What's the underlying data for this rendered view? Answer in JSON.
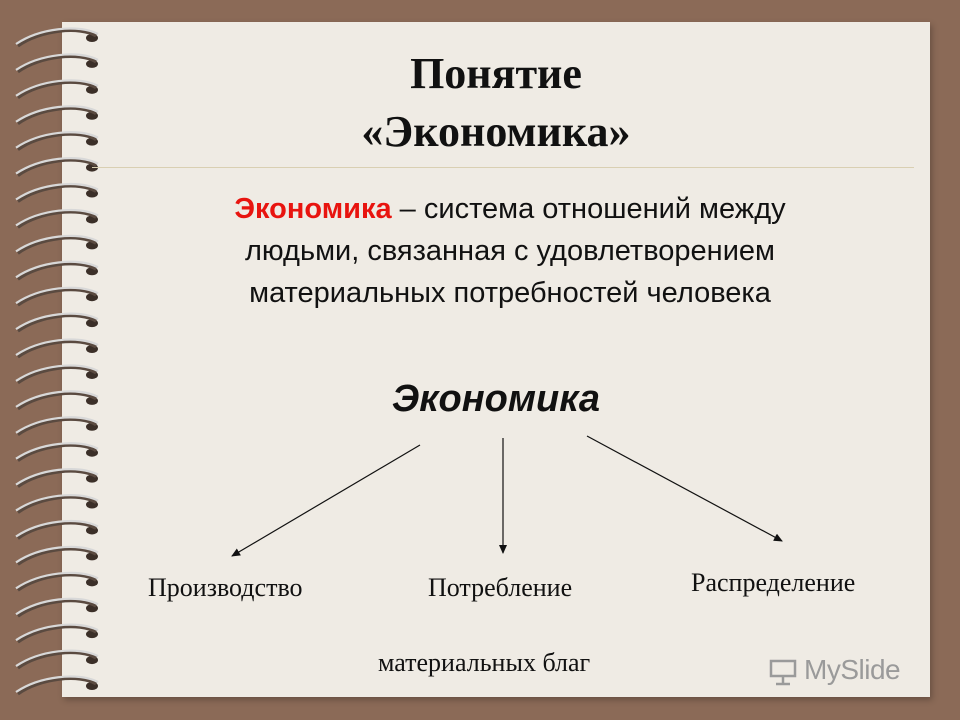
{
  "title": {
    "line1": "Понятие",
    "line2": "«Экономика»"
  },
  "definition": {
    "term": "Экономика",
    "line1_rest": " – система отношений между",
    "line2": "людьми, связанная с удовлетворением",
    "line3": "материальных потребностей человека"
  },
  "diagram": {
    "center": "Экономика",
    "branches": [
      "Производство",
      "Потребление",
      "Распределение"
    ],
    "footer": "материальных благ"
  },
  "watermark": "MySlide",
  "colors": {
    "background": "#8b6a57",
    "page": "#efebe4",
    "term_accent": "#e8140f"
  },
  "icons": {
    "binding": "spiral-binding-icon",
    "watermark": "presentation-board-icon"
  }
}
